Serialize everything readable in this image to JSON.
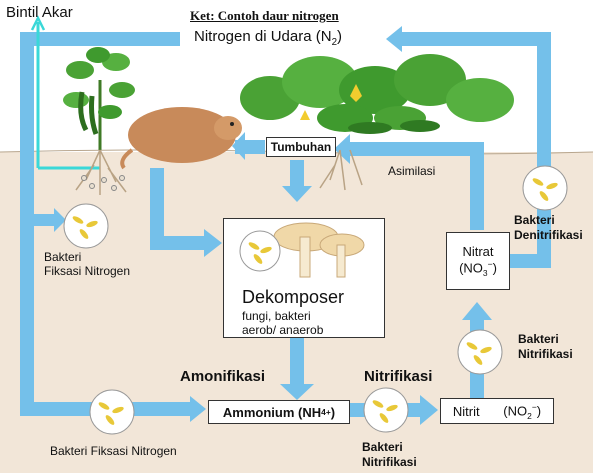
{
  "colors": {
    "arrow": "#74c0ea",
    "soil": "#f2e6d8",
    "sky": "#ffffff",
    "border_line": "#3ad8d8",
    "plant_green": "#3f9a2e",
    "fungi": "#f0d8a8",
    "bacteria": "#e8c838"
  },
  "header": {
    "bintil_label": "Bintil Akar",
    "ket_title": "Ket: Contoh daur nitrogen",
    "nitrogen_title": "Nitrogen di Udara (N",
    "nitrogen_sub": "2",
    "nitrogen_close": ")"
  },
  "labels": {
    "tumbuhan": "Tumbuhan",
    "asimilasi": "Asimilasi",
    "bakteri_fiksasi_left_1": "Bakteri",
    "bakteri_fiksasi_left_2": "Fiksasi Nitrogen",
    "bakteri_fiksasi_bottom": "Bakteri Fiksasi Nitrogen",
    "denitrifikasi_1": "Bakteri",
    "denitrifikasi_2": "Denitrifikasi",
    "nitrat_1": "Nitrat",
    "nitrat_2": "(NO",
    "nitrat_sub": "3",
    "nitrat_sup": "−",
    "nitrat_close": ")",
    "nitrifikasi_right_1": "Bakteri",
    "nitrifikasi_right_2": "Nitrifikasi",
    "amonifikasi": "Amonifikasi",
    "nitrifikasi_title": "Nitrifikasi",
    "ammonium": "Ammonium (NH",
    "ammonium_sub": "4",
    "ammonium_sup": "+",
    "ammonium_close": ")",
    "nitrit": "Nitrit",
    "nitrit_formula": "(NO",
    "nitrit_sub": "2",
    "nitrit_sup": "−",
    "nitrit_close": ")",
    "nitrifikasi_bottom_1": "Bakteri",
    "nitrifikasi_bottom_2": "Nitrifikasi"
  },
  "dekomposer": {
    "title": "Dekomposer",
    "line1": "fungi, bakteri",
    "line2": "aerob/ anaerob"
  }
}
